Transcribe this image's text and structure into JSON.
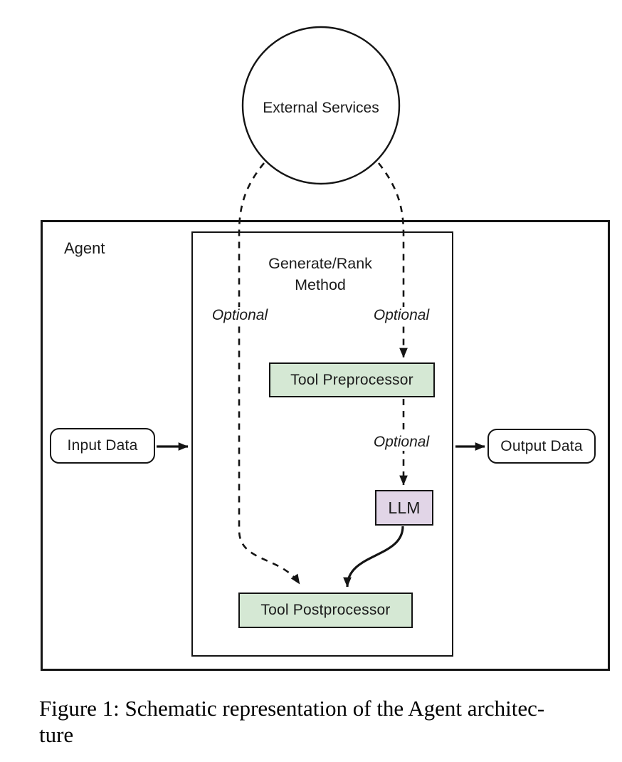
{
  "figure": {
    "nodes": {
      "external_services": "External Services",
      "agent": "Agent",
      "generate_rank_method": "Generate/Rank Method",
      "tool_preprocessor": "Tool Preprocessor",
      "llm": "LLM",
      "tool_postprocessor": "Tool Postprocessor",
      "input_data": "Input Data",
      "output_data": "Output Data"
    },
    "edge_labels": {
      "optional_left": "Optional",
      "optional_right": "Optional",
      "optional_middle": "Optional"
    },
    "colors": {
      "preprocessor_fill": "#d5e8d4",
      "postprocessor_fill": "#d5e8d4",
      "llm_fill": "#e1d5e7",
      "stroke": "#141414",
      "background": "#ffffff"
    }
  },
  "caption": {
    "line1": "Figure 1: Schematic representation of the Agent architec-",
    "line2": "ture"
  }
}
